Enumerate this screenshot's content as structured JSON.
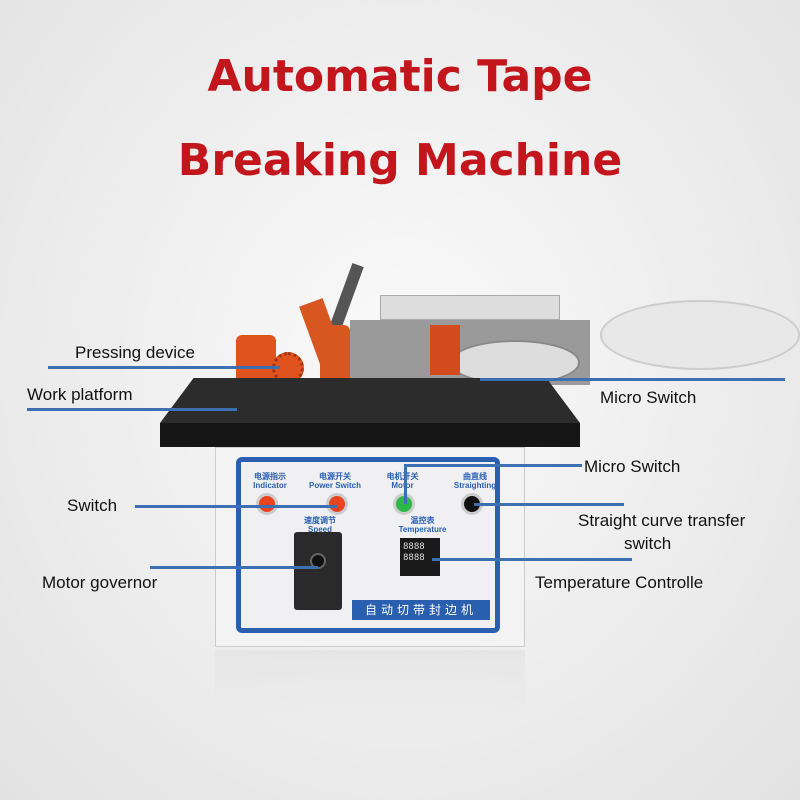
{
  "title": {
    "line1": "Automatic Tape",
    "line2": "Breaking Machine"
  },
  "labels": {
    "pressing_device": "Pressing device",
    "work_platform": "Work platform",
    "micro_switch_1": "Micro Switch",
    "micro_switch_2": "Micro Switch",
    "switch": "Switch",
    "straight_curve": "Straight curve transfer",
    "straight_curve_2": "switch",
    "motor_governor": "Motor governor",
    "temperature_controller": "Temperature Controlle"
  },
  "panel": {
    "indicator_cn": "电源指示",
    "indicator": "Indicator",
    "power_cn": "电源开关",
    "power": "Power Switch",
    "motor_cn": "电机开关",
    "motor": "Motor",
    "straight_cn": "曲直线",
    "straight": "Straighting",
    "speed_cn": "速度调节",
    "speed": "Speed",
    "temp_cn": "温控表",
    "temp": "Temperature",
    "display": "8888",
    "nameplate": "自动切带封边机"
  },
  "colors": {
    "title": "#c3161c",
    "callout": "#3d6fb3",
    "panel_blue": "#2a5fb0"
  }
}
